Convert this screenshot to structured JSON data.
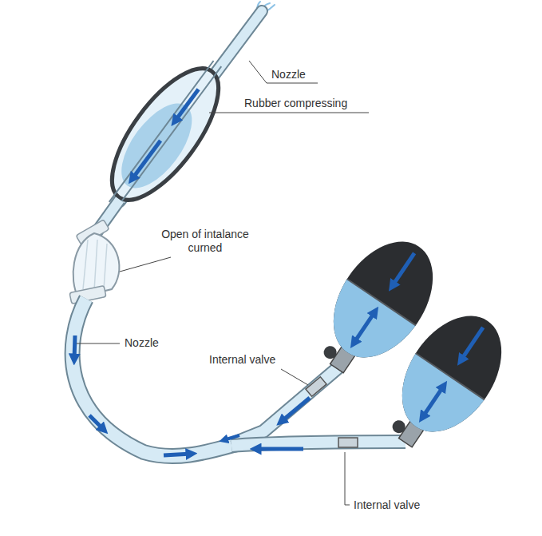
{
  "diagram": {
    "labels": [
      "Nozzle",
      "Rubber compressing",
      "Open of intalance curned",
      "Nozzle",
      "Internal valve",
      "Internal valve"
    ]
  }
}
